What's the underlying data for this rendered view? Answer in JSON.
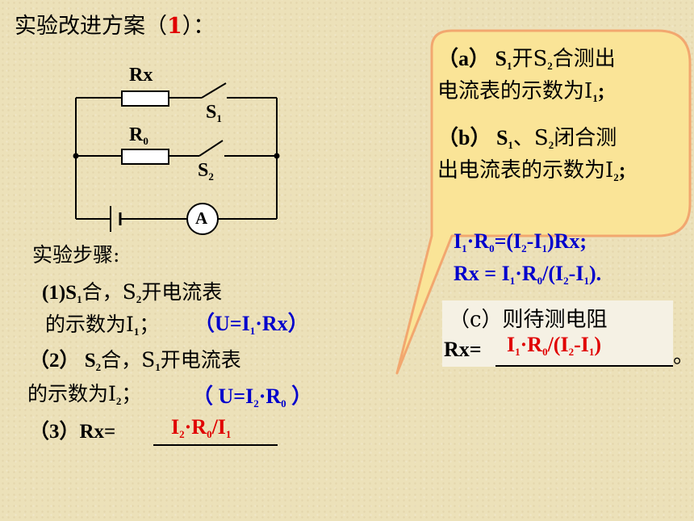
{
  "title": {
    "text": "实验改进方案（",
    "number": "1",
    "close": "）："
  },
  "circuit": {
    "rx": "Rx",
    "r0_main": "R",
    "r0_sub": "0",
    "s1_main": "S",
    "s1_sub": "1",
    "s2_main": "S",
    "s2_sub": "2",
    "ammeter": "A"
  },
  "steps": {
    "title": "实验步骤:",
    "step1": {
      "prefix": "(1)S",
      "s1sub": "1",
      "mid": "合，S",
      "s2sub": "2",
      "suffix": "开电流表"
    },
    "step1_line2": {
      "text": "的示数为I",
      "isub": "1",
      "end": "；"
    },
    "step1_formula": {
      "open": "（U=I",
      "sub": "1",
      "mid": "·Rx）"
    },
    "step2": {
      "prefix": "（2） S",
      "s2sub": "2",
      "mid": "合，S",
      "s1sub": "1",
      "suffix": "开电流表"
    },
    "step2_line2": {
      "text": "的示数为I",
      "isub": "2",
      "end": "；"
    },
    "step2_formula": {
      "open": "（ U=I",
      "sub": "2",
      "mid": "·R",
      "rsub": "0",
      "end": " ）"
    },
    "step3": {
      "prefix": "（3）Rx="
    },
    "step3_answer": {
      "a": "I",
      "asub": "2",
      "b": "·R",
      "bsub": "0",
      "c": "/I",
      "csub": "1"
    }
  },
  "callout": {
    "a_line1": {
      "lab": "（a） S",
      "s1sub": "1",
      "mid": "开S",
      "s2sub": "2",
      "end": "合测出"
    },
    "a_line2": {
      "text": "电流表的示数为I",
      "sub": "1",
      "end": ";"
    },
    "b_line1": {
      "lab": "（b） S",
      "s1sub": "1",
      "mid": "、S",
      "s2sub": "2",
      "end": "闭合测"
    },
    "b_line2": {
      "text": "出电流表的示数为I",
      "sub": "2",
      "end": ";"
    },
    "eq1": {
      "a": "I",
      "asub": "1",
      "b": "·R",
      "bsub": "0",
      "c": "=(I",
      "csub": "2",
      "d": "-I",
      "dsub": "1",
      "e": ")Rx;"
    },
    "eq2": {
      "a": "Rx = I",
      "asub": "1",
      "b": "·R",
      "bsub": "0",
      "c": "/(I",
      "csub": "2",
      "d": "-I",
      "dsub": "1",
      "e": ")."
    },
    "c_line1": "（c）则待测电阻",
    "c_prefix": "Rx=",
    "c_answer": {
      "a": "I",
      "asub": "1",
      "b": "·R",
      "bsub": "0",
      "c": "/(I",
      "csub": "2",
      "d": "-I",
      "dsub": "1",
      "e": ")"
    },
    "c_end": "。"
  }
}
